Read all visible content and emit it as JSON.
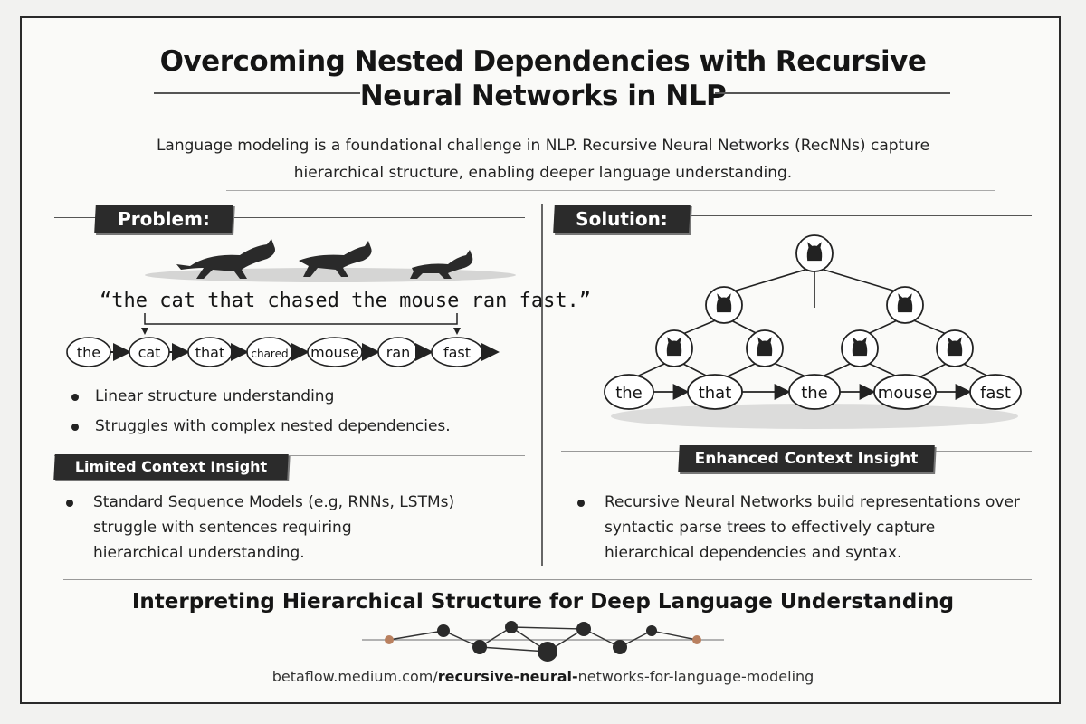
{
  "header": {
    "title_line1": "Overcoming Nested Dependencies with Recursive",
    "title_line2": "Neural Networks in NLP",
    "subtitle_line1": "Language modeling is a foundational challenge in NLP. Recursive Neural Networks (RecNNs) capture",
    "subtitle_line2": "hierarchical structure, enabling deeper language understanding."
  },
  "problem": {
    "label": "Problem:",
    "sentence": "“the cat that chased the mouse ran fast.”",
    "sequence": [
      "the",
      "cat",
      "that",
      "chared",
      "mouse",
      "ran",
      "fast"
    ],
    "bullets": [
      "Linear structure understanding",
      "Struggles with complex nested dependencies."
    ],
    "insight_label": "Limited Context Insight",
    "insight_text_line1": "Standard Sequence Models (e.g, RNNs, LSTMs)",
    "insight_text_line2": "struggle with sentences requiring",
    "insight_text_line3": "hierarchical understanding."
  },
  "solution": {
    "label": "Solution:",
    "leaves": [
      "the",
      "that",
      "the",
      "mouse",
      "fast"
    ],
    "insight_label": "Enhanced Context Insight",
    "insight_text_line1": "Recursive Neural Networks build representations over",
    "insight_text_line2": "syntactic parse trees to effectively capture",
    "insight_text_line3": "hierarchical dependencies and syntax."
  },
  "footer": {
    "title": "Interpreting Hierarchical Structure for Deep Language Understanding",
    "url_prefix": "betaflow.medium.com/",
    "url_bold1": "recursive-neural-",
    "url_mid": "networks-for-language-modeling"
  },
  "icons": {
    "node_icon": "cat-head-icon",
    "arrow_icon": "arrow-right-icon",
    "decoration": "network-graph-icon"
  },
  "colors": {
    "ink": "#1a1a1a",
    "banner": "#2b2b2b",
    "paper": "#fafaf8"
  }
}
